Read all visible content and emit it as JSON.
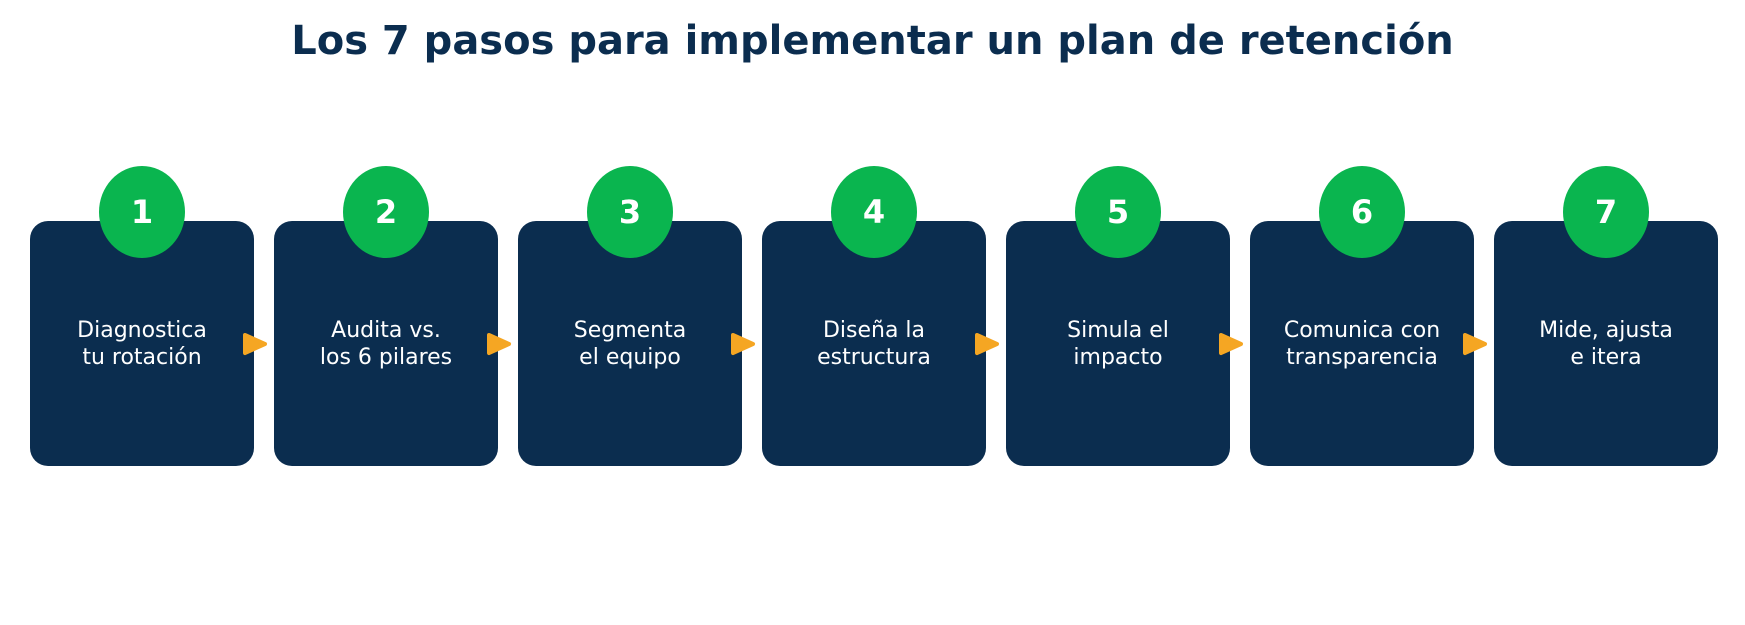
{
  "title": "Los 7 pasos para implementar un plan de retención",
  "colors": {
    "card": "#0b2d4f",
    "badge": "#0ab54f",
    "arrow": "#f5a623",
    "title": "#0b2d4f",
    "text": "#ffffff"
  },
  "steps": [
    {
      "number": "1",
      "label": "Diagnostica\ntu rotación"
    },
    {
      "number": "2",
      "label": "Audita vs.\nlos 6 pilares"
    },
    {
      "number": "3",
      "label": "Segmenta\nel equipo"
    },
    {
      "number": "4",
      "label": "Diseña la\nestructura"
    },
    {
      "number": "5",
      "label": "Simula el\nimpacto"
    },
    {
      "number": "6",
      "label": "Comunica con\ntransparencia"
    },
    {
      "number": "7",
      "label": "Mide, ajusta\ne itera"
    }
  ],
  "icons": {
    "connector": "arrow-right-icon"
  }
}
